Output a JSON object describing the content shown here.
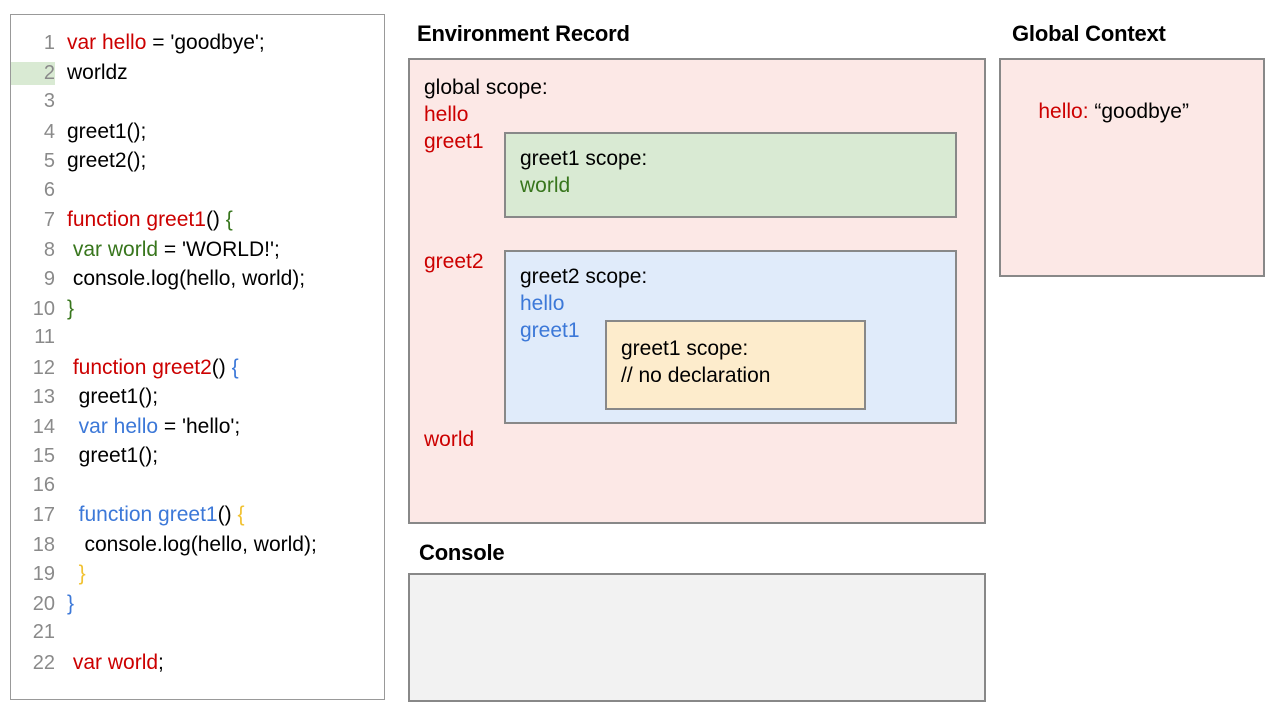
{
  "editor": {
    "highlighted_line": 2,
    "lines": [
      {
        "n": "1",
        "tokens": [
          {
            "t": "var hello",
            "c": "red"
          },
          {
            "t": " = 'goodbye';",
            "c": "black"
          }
        ]
      },
      {
        "n": "2",
        "tokens": [
          {
            "t": "worldz",
            "c": "black"
          }
        ]
      },
      {
        "n": "3",
        "tokens": [
          {
            "t": "",
            "c": "black"
          }
        ]
      },
      {
        "n": "4",
        "tokens": [
          {
            "t": "greet1();",
            "c": "black"
          }
        ]
      },
      {
        "n": "5",
        "tokens": [
          {
            "t": "greet2();",
            "c": "black"
          }
        ]
      },
      {
        "n": "6",
        "tokens": [
          {
            "t": "",
            "c": "black"
          }
        ]
      },
      {
        "n": "7",
        "tokens": [
          {
            "t": "function greet1",
            "c": "red"
          },
          {
            "t": "() ",
            "c": "black"
          },
          {
            "t": "{",
            "c": "green"
          }
        ]
      },
      {
        "n": "8",
        "tokens": [
          {
            "t": " ",
            "c": "black"
          },
          {
            "t": "var world",
            "c": "green"
          },
          {
            "t": " = 'WORLD!';",
            "c": "black"
          }
        ]
      },
      {
        "n": "9",
        "tokens": [
          {
            "t": " console.log(hello, world);",
            "c": "black"
          }
        ]
      },
      {
        "n": "10",
        "tokens": [
          {
            "t": "}",
            "c": "green"
          }
        ]
      },
      {
        "n": "11",
        "tokens": [
          {
            "t": "",
            "c": "black"
          }
        ]
      },
      {
        "n": "12",
        "tokens": [
          {
            "t": " ",
            "c": "black"
          },
          {
            "t": "function greet2",
            "c": "red"
          },
          {
            "t": "() ",
            "c": "black"
          },
          {
            "t": "{",
            "c": "blue"
          }
        ]
      },
      {
        "n": "13",
        "tokens": [
          {
            "t": "  greet1();",
            "c": "black"
          }
        ]
      },
      {
        "n": "14",
        "tokens": [
          {
            "t": "  ",
            "c": "black"
          },
          {
            "t": "var hello",
            "c": "blue"
          },
          {
            "t": " = 'hello';",
            "c": "black"
          }
        ]
      },
      {
        "n": "15",
        "tokens": [
          {
            "t": "  greet1();",
            "c": "black"
          }
        ]
      },
      {
        "n": "16",
        "tokens": [
          {
            "t": "",
            "c": "black"
          }
        ]
      },
      {
        "n": "17",
        "tokens": [
          {
            "t": "  ",
            "c": "black"
          },
          {
            "t": "function greet1",
            "c": "blue"
          },
          {
            "t": "() ",
            "c": "black"
          },
          {
            "t": "{",
            "c": "orange"
          }
        ]
      },
      {
        "n": "18",
        "tokens": [
          {
            "t": "   console.log(hello, world);",
            "c": "black"
          }
        ]
      },
      {
        "n": "19",
        "tokens": [
          {
            "t": "  ",
            "c": "black"
          },
          {
            "t": "}",
            "c": "orange"
          }
        ]
      },
      {
        "n": "20",
        "tokens": [
          {
            "t": "}",
            "c": "blue"
          }
        ]
      },
      {
        "n": "21",
        "tokens": [
          {
            "t": "",
            "c": "black"
          }
        ]
      },
      {
        "n": "22",
        "tokens": [
          {
            "t": " ",
            "c": "black"
          },
          {
            "t": "var world",
            "c": "red"
          },
          {
            "t": ";",
            "c": "black"
          }
        ]
      }
    ]
  },
  "environment_record": {
    "title": "Environment Record",
    "global_scope_label": "global scope:",
    "global_vars_before": [
      "hello",
      "greet1"
    ],
    "greet2_var": "greet2",
    "world_var": "world",
    "greet1_scope": {
      "label": "greet1 scope:",
      "vars": [
        "world"
      ]
    },
    "greet2_scope": {
      "label": "greet2 scope:",
      "vars": [
        "hello",
        "greet1"
      ],
      "inner_greet1_scope": {
        "label": "greet1 scope:",
        "comment": "// no declaration"
      }
    }
  },
  "global_context": {
    "title": "Global Context",
    "entry_key": "hello:",
    "entry_value": " “goodbye”"
  },
  "console": {
    "title": "Console",
    "lines": []
  },
  "colors": {
    "red": "#cc0000",
    "green": "#38761d",
    "blue": "#3c78d8",
    "orange": "#f1c232",
    "pink_fill": "#fce8e6",
    "green_fill": "#d9ead3",
    "blue_fill": "#e0ebfa",
    "yellow_fill": "#fdeccc",
    "console_fill": "#f2f2f2",
    "border": "#888888",
    "line_number": "#8a8a8a"
  }
}
